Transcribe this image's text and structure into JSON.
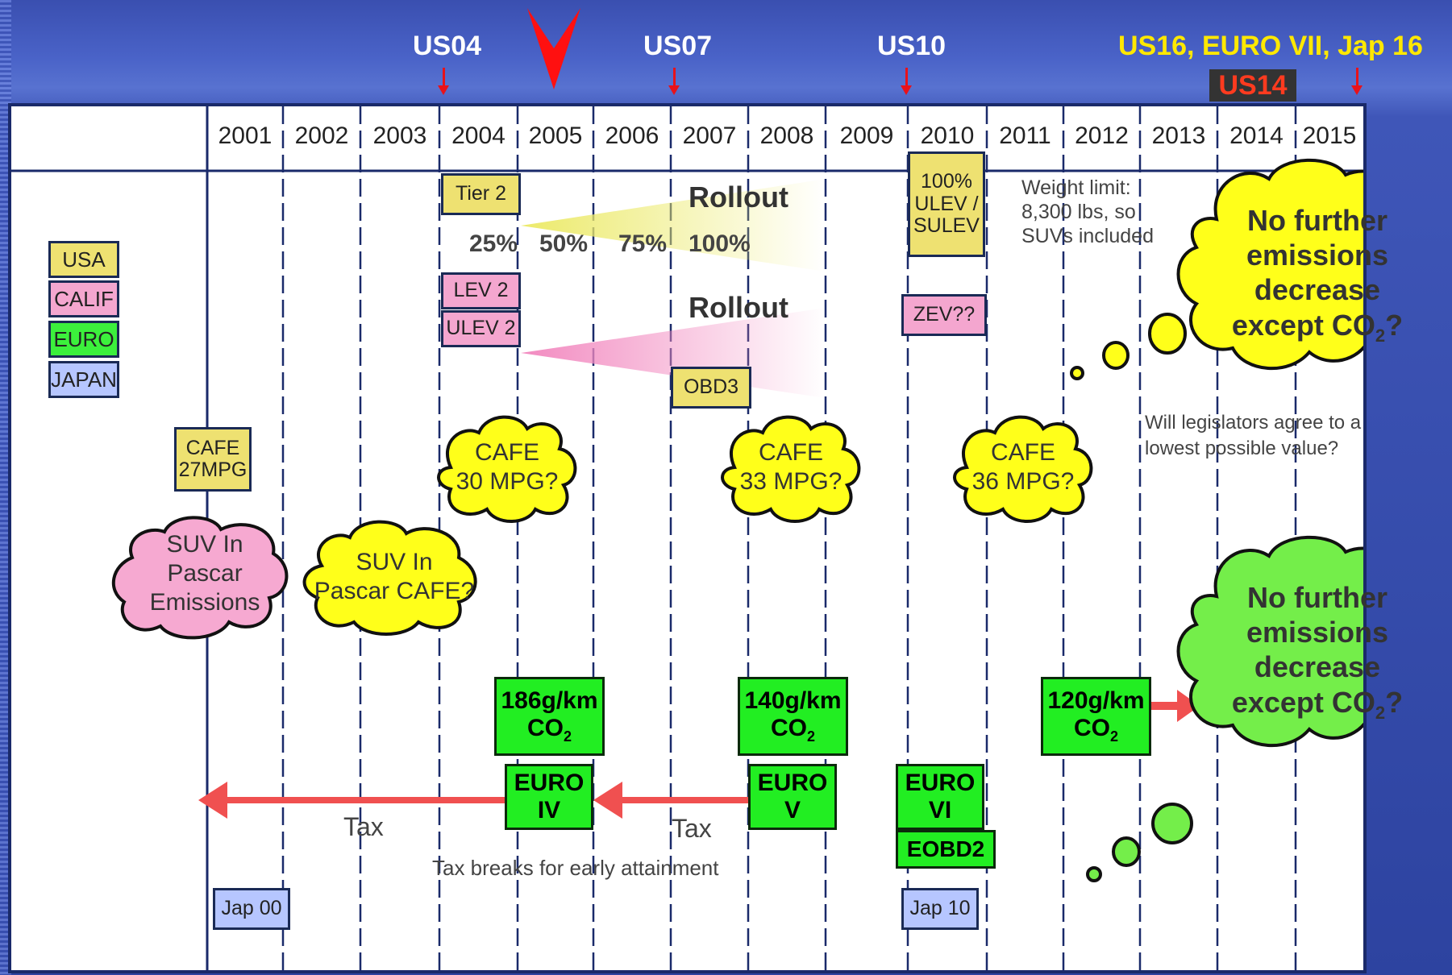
{
  "header": {
    "labels": {
      "us04": "US04",
      "us07": "US07",
      "us10": "US10",
      "us16": "US16, EURO VII, Jap 16",
      "us14": "US14"
    }
  },
  "timeline": {
    "years": [
      "2001",
      "2002",
      "2003",
      "2004",
      "2005",
      "2006",
      "2007",
      "2008",
      "2009",
      "2010",
      "2011",
      "2012",
      "2013",
      "2014",
      "2015"
    ]
  },
  "legend": {
    "usa": "USA",
    "calif": "CALIF",
    "euro": "EURO",
    "japan": "JAPAN"
  },
  "usa": {
    "tier2": "Tier 2",
    "rollout": "Rollout",
    "percents": [
      "25%",
      "50%",
      "75%",
      "100%"
    ],
    "ulev": [
      "100%",
      "ULEV /",
      "SULEV"
    ],
    "obd3": "OBD3",
    "cafe27": [
      "CAFE",
      "27MPG"
    ],
    "cafe30": [
      "CAFE",
      "30 MPG?"
    ],
    "cafe33": [
      "CAFE",
      "33 MPG?"
    ],
    "cafe36": [
      "CAFE",
      "36 MPG?"
    ],
    "suv_cafe": [
      "SUV In",
      "Pascar CAFE?"
    ],
    "weight_note": [
      "Weight limit:",
      "8,300 lbs, so",
      "SUVs included"
    ],
    "legislators_note": [
      "Will legislators agree to a",
      "lowest possible value?"
    ]
  },
  "calif": {
    "lev2": "LEV 2",
    "ulev2": "ULEV 2",
    "rollout": "Rollout",
    "zev": "ZEV??",
    "suv_emissions": [
      "SUV In",
      "Pascar",
      "Emissions"
    ]
  },
  "clouds": {
    "no_further": [
      "No further",
      "emissions",
      "decrease"
    ],
    "except": "except CO",
    "except_suffix": "?"
  },
  "euro": {
    "co2_186": "186g/km",
    "co2_140": "140g/km",
    "co2_120": "120g/km",
    "co2_label": "CO",
    "euro4": [
      "EURO",
      "IV"
    ],
    "euro5": [
      "EURO",
      "V"
    ],
    "euro6": [
      "EURO",
      "VI"
    ],
    "eobd2": "EOBD2",
    "tax": "Tax",
    "tax_breaks": "Tax breaks for early attainment"
  },
  "japan": {
    "jap00": "Jap 00",
    "jap10": "Jap 10"
  },
  "colors": {
    "usa": "#eee171",
    "calif": "#f4a6cf",
    "euro": "#3cf03c",
    "japan": "#b6c6ff",
    "cloud_yellow": "#ffff1a",
    "cloud_pink": "#f6a9d1",
    "cloud_green": "#74ee4a",
    "arrow_red": "#f05050"
  }
}
